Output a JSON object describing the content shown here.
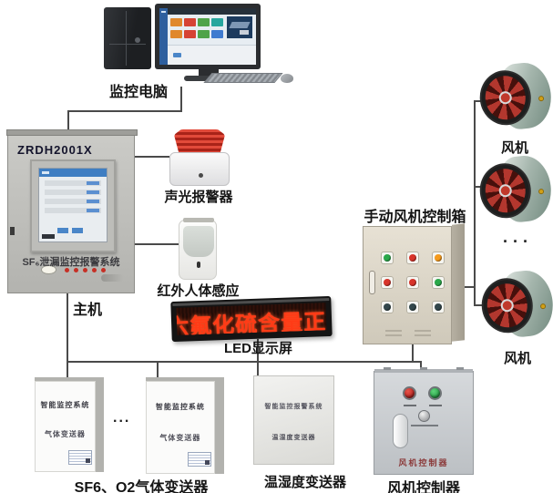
{
  "colors": {
    "wire": "#4a4a4a",
    "led_text": "#ff3b16",
    "siren_red": "#c62f25",
    "button_red": "#c62828",
    "button_green": "#2aa84a"
  },
  "computer": {
    "label": "监控电脑",
    "monitor_tiles": [
      "#e0882c",
      "#d64334",
      "#4fa349",
      "#27a69e",
      "#e0882c",
      "#d64334",
      "#4fa349",
      "#3f7bd0"
    ]
  },
  "main_unit": {
    "model": "ZRDH2001X",
    "system_name": "SF₆泄漏监控报警系统",
    "label": "主机"
  },
  "alarm": {
    "label": "声光报警器"
  },
  "pir": {
    "label": "红外人体感应"
  },
  "led_display": {
    "text": "六氟化硫含量正",
    "label": "LED显示屏"
  },
  "fan_control_box": {
    "label": "手动风机控制箱",
    "lights": [
      "#2aa84a",
      "#d8342a",
      "#f59a1d",
      "#d8342a",
      "#d8342a",
      "#2aa84a",
      "#32464b",
      "#32464b",
      "#32464b"
    ]
  },
  "fans": {
    "label": "风机",
    "ellipsis": "···"
  },
  "gas_transmitters": {
    "box_title": "智能监控系统",
    "box_subtitle": "气体变送器",
    "ellipsis": "...",
    "label": "SF6、O2气体变送器"
  },
  "humidity_transmitter": {
    "box_title": "智能监控报警系统",
    "box_subtitle": "温湿度变送器",
    "label": "温湿度变送器"
  },
  "fan_controller": {
    "panel_text": "风机控制器",
    "label": "风机控制器"
  }
}
